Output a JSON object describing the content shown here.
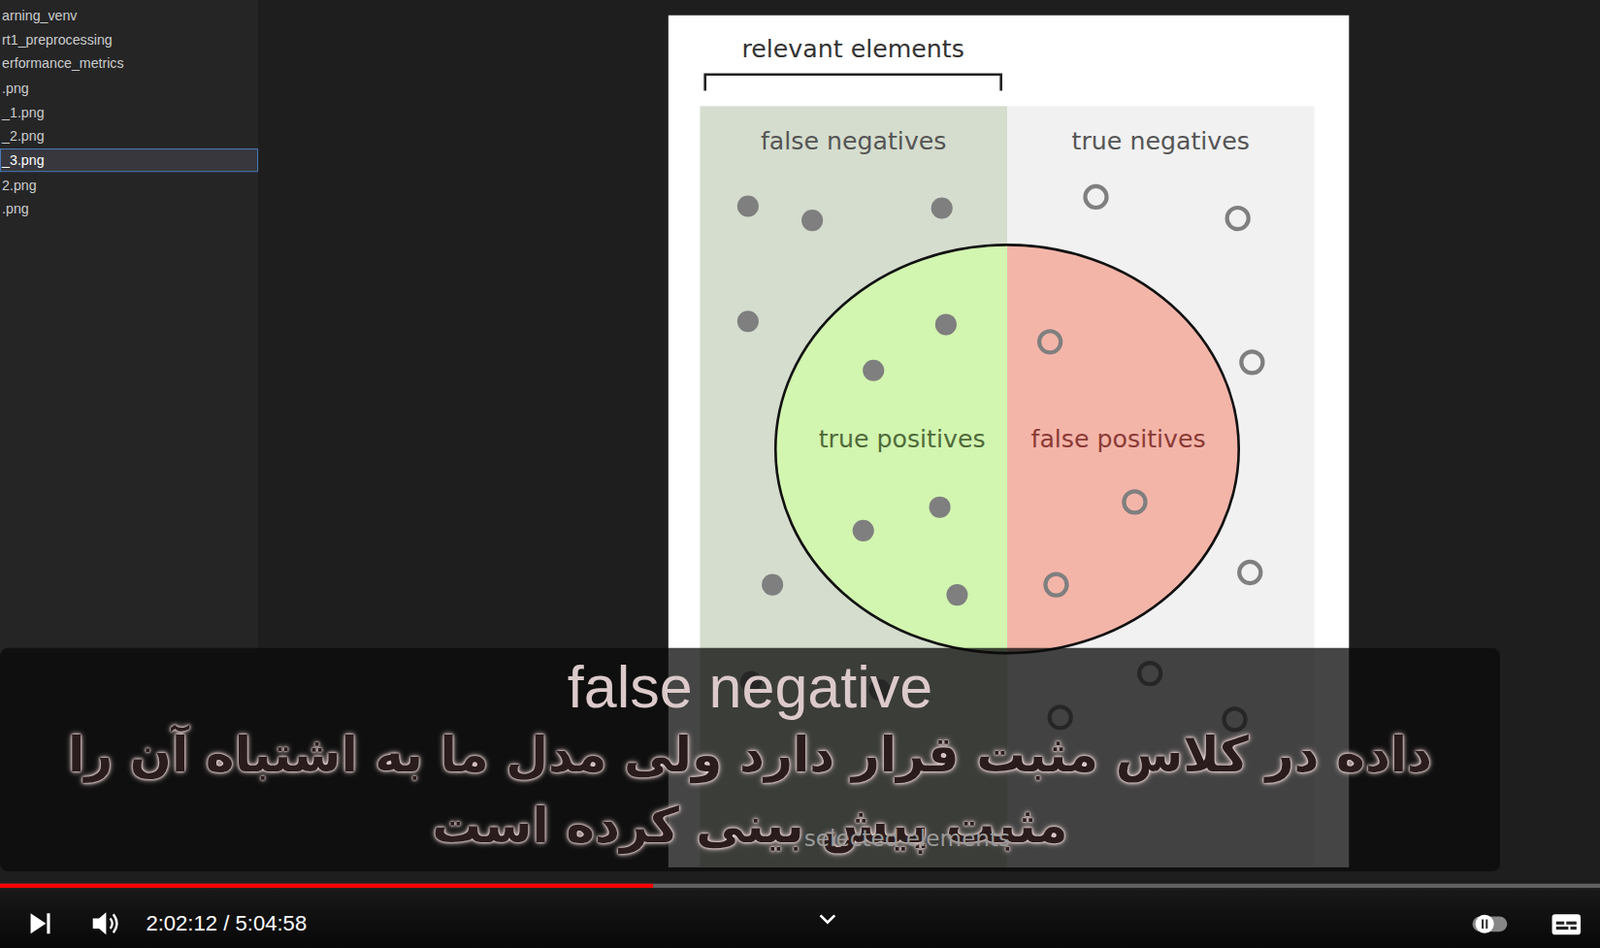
{
  "diagram": {
    "nodes": [
      {
        "text": [
          "false negatives"
        ]
      },
      {
        "text": [
          "true negatives"
        ]
      },
      {
        "text": [
          "true positives"
        ],
        "in": 0
      },
      {
        "text": [
          "false positives"
        ],
        "in": 1
      },
      {
        "text": [
          "false negative",
          "داده در کلاس مثبت قرار دارد ولی مدل ما به اشتباه آن را مثبت پیش بینی کرده است"
        ]
      }
    ],
    "labels": [
      "arning_venv",
      "rt1_preprocessing",
      "erformance_metrics",
      ".png",
      "_1.png",
      "_2.png",
      "_3.png",
      "2.png",
      ".png",
      "relevant elements",
      "selected elements",
      "2:02:12 / 5:04:58"
    ]
  }
}
